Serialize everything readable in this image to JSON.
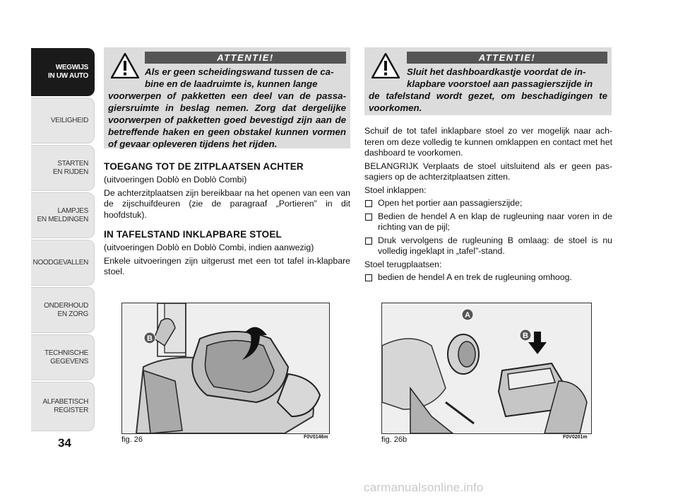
{
  "sidebar": {
    "tabs": [
      {
        "label": "WEGWIJS\nIN UW AUTO",
        "active": true
      },
      {
        "label": "VEILIGHEID",
        "active": false
      },
      {
        "label": "STARTEN\nEN RIJDEN",
        "active": false
      },
      {
        "label": "LAMPJES\nEN MELDINGEN",
        "active": false
      },
      {
        "label": "NOODGEVALLEN",
        "active": false
      },
      {
        "label": "ONDERHOUD\nEN ZORG",
        "active": false
      },
      {
        "label": "TECHNISCHE\nGEGEVENS",
        "active": false
      },
      {
        "label": "ALFABETISCH\nREGISTER",
        "active": false
      }
    ],
    "page_number": "34"
  },
  "warning_left": {
    "title": "ATTENTIE!",
    "text_first": "Als er geen scheidingswand tussen de ca-\nbine en de laadruimte is, kunnen lange",
    "text_rest": "voorwerpen of pakketten een deel van de passa-giersruimte in beslag nemen. Zorg dat dergelijke voorwerpen of pakketten goed bevestigd zijn aan de betreffende haken en geen obstakel kunnen vormen of gevaar opleveren tijdens het rijden."
  },
  "warning_right": {
    "title": "ATTENTIE!",
    "text_first": "Sluit het dashboardkastje voordat de in-\nklapbare voorstoel aan passagierszijde in",
    "text_rest": "de tafelstand wordt gezet, om beschadigingen te voorkomen."
  },
  "left_column": {
    "section1_heading": "TOEGANG TOT DE ZITPLAATSEN ACHTER",
    "section1_sub": "(uitvoeringen Doblò en Doblò Combi)",
    "section1_text": "De achterzitplaatsen zijn bereikbaar na het openen van een van de zijschuifdeuren (zie de paragraaf „Portieren” in dit hoofdstuk).",
    "section2_heading": "IN TAFELSTAND INKLAPBARE STOEL",
    "section2_sub": "(uitvoeringen Doblò en Doblò Combi, indien aanwezig)",
    "section2_text": "Enkele uitvoeringen zijn uitgerust met een tot tafel in-klapbare stoel."
  },
  "right_column": {
    "intro": "Schuif de tot tafel inklapbare stoel zo ver mogelijk naar ach-teren om deze volledig te kunnen omklappen en contact met het dashboard te voorkomen.",
    "important": "BELANGRIJK Verplaats de stoel uitsluitend als er geen pas-sagiers op de achterzitplaatsen zitten.",
    "fold_title": "Stoel inklappen:",
    "fold_steps": [
      "Open het portier aan passagierszijde;",
      "Bedien de hendel A en klap de rugleuning naar voren in de richting van de pijl;",
      "Druk vervolgens de rugleuning B omlaag: de stoel is nu volledig ingeklapt in „tafel”-stand."
    ],
    "return_title": "Stoel terugplaatsen:",
    "return_steps": [
      "bedien de hendel A en trek de rugleuning omhoog."
    ]
  },
  "figures": [
    {
      "label": "fig. 26",
      "code": "F0V0146m",
      "callouts": [
        "B"
      ]
    },
    {
      "label": "fig. 26b",
      "code": "F0V0201m",
      "callouts": [
        "A",
        "B"
      ]
    }
  ],
  "watermark": "carmanualsonline.info"
}
